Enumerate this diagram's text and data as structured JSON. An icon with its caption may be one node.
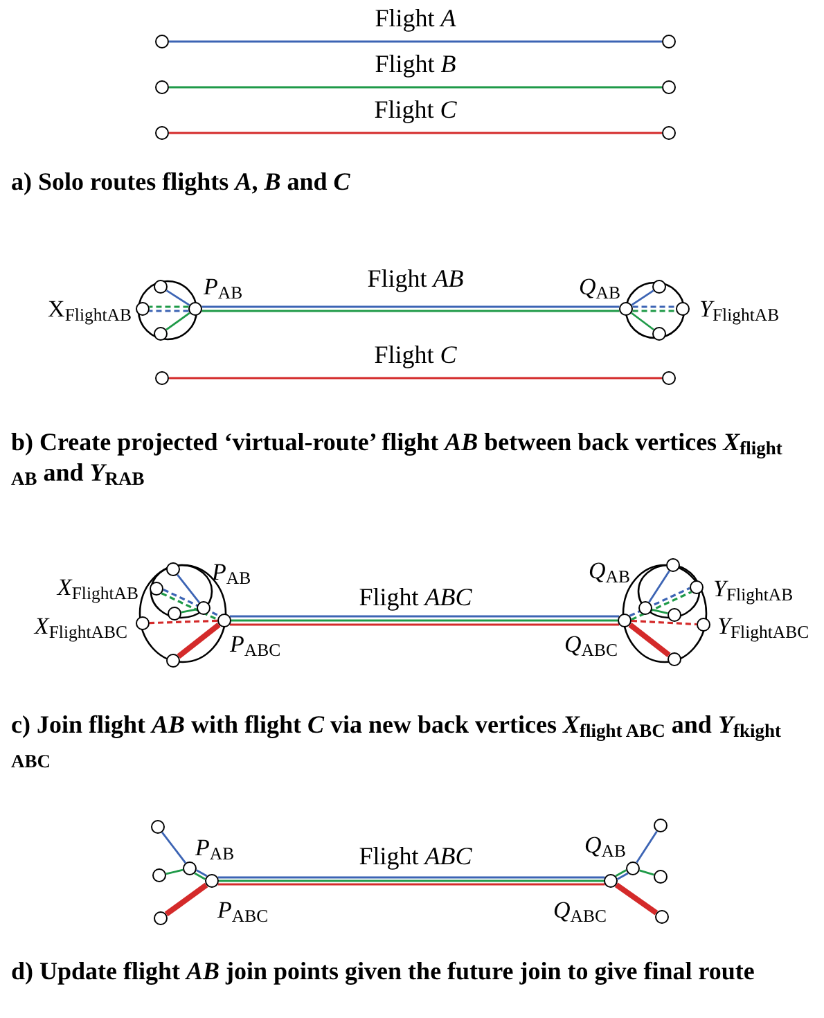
{
  "diagram": {
    "nodes": [
      {
        "text": [],
        "shape": "circle"
      },
      {
        "text": [],
        "shape": "circle"
      },
      {
        "text": [],
        "shape": "circle"
      },
      {
        "text": [],
        "shape": "circle"
      },
      {
        "text": [],
        "shape": "circle"
      },
      {
        "text": [],
        "shape": "circle"
      },
      {
        "text": [],
        "shape": "circle",
        "beside": [
          "X$_{FlightAB}$"
        ]
      },
      {
        "text": [],
        "shape": "circle"
      },
      {
        "text": [],
        "shape": "circle"
      },
      {
        "text": [],
        "shape": "circle",
        "beside": [
          "*P*$_{AB}$"
        ]
      },
      {
        "text": [],
        "shape": "circle",
        "beside": [
          "*Q*$_{AB}$"
        ]
      },
      {
        "text": [],
        "shape": "circle"
      },
      {
        "text": [],
        "shape": "circle"
      },
      {
        "text": [],
        "shape": "circle",
        "beside": [
          "*Y*$_{FlightAB}$"
        ]
      },
      {
        "text": [],
        "shape": "circle"
      },
      {
        "text": [],
        "shape": "circle"
      },
      {
        "text": [],
        "shape": "circle"
      },
      {
        "text": [],
        "shape": "circle",
        "beside": [
          "*X*$_{FlightAB}$"
        ]
      },
      {
        "text": [],
        "shape": "circle",
        "beside": [
          "*P*$_{AB}$"
        ]
      },
      {
        "text": [],
        "shape": "circle"
      },
      {
        "text": [],
        "shape": "circle",
        "beside": [
          "*X*$_{FlightABC}$"
        ]
      },
      {
        "text": [],
        "shape": "circle",
        "beside": [
          "*P*$_{ABC}$"
        ]
      },
      {
        "text": [],
        "shape": "circle"
      },
      {
        "text": [],
        "shape": "circle",
        "beside": [
          "*Q*$_{AB}$"
        ]
      },
      {
        "text": [],
        "shape": "circle"
      },
      {
        "text": [],
        "shape": "circle",
        "beside": [
          "*Y*$_{FlightAB}$"
        ]
      },
      {
        "text": [],
        "shape": "circle"
      },
      {
        "text": [],
        "shape": "circle",
        "beside": [
          "*Q*$_{ABC}$"
        ]
      },
      {
        "text": [],
        "shape": "circle",
        "beside": [
          "*Y*$_{FlightABC}$"
        ]
      },
      {
        "text": [],
        "shape": "circle"
      },
      {
        "text": [],
        "shape": "circle"
      },
      {
        "text": [],
        "shape": "circle",
        "beside": [
          "*P*$_{AB}$"
        ]
      },
      {
        "text": [],
        "shape": "circle"
      },
      {
        "text": [],
        "shape": "circle",
        "beside": [
          "*P*$_{ABC}$"
        ]
      },
      {
        "text": [],
        "shape": "circle"
      },
      {
        "text": [],
        "shape": "circle",
        "beside": [
          "*Q*$_{AB}$"
        ]
      },
      {
        "text": [],
        "shape": "circle"
      },
      {
        "text": [],
        "shape": "circle",
        "beside": [
          "*Q*$_{ABC}$"
        ]
      },
      {
        "text": [],
        "shape": "circle"
      },
      {
        "text": [],
        "shape": "circle"
      }
    ],
    "edges": [
      {
        "from": 0,
        "to": 1,
        "arrow": "none",
        "label": "Flight *A*",
        "color": "#3c64b4"
      },
      {
        "from": 2,
        "to": 3,
        "arrow": "none",
        "label": "Flight *B*",
        "color": "#1f9a48"
      },
      {
        "from": 4,
        "to": 5,
        "arrow": "none",
        "label": "Flight *C*",
        "color": "#d42a2a"
      },
      {
        "from": 9,
        "to": 7,
        "arrow": "none",
        "color": "#3c64b4"
      },
      {
        "from": 9,
        "to": 8,
        "arrow": "none",
        "color": "#1f9a48"
      },
      {
        "from": 9,
        "to": 6,
        "arrow": "none",
        "style": "dashed",
        "color": "#3c64b4"
      },
      {
        "from": 9,
        "to": 6,
        "arrow": "none",
        "style": "dashed",
        "color": "#1f9a48"
      },
      {
        "from": 9,
        "to": 10,
        "arrow": "none",
        "label": "Flight *AB*",
        "color": "#3c64b4"
      },
      {
        "from": 9,
        "to": 10,
        "arrow": "none",
        "color": "#1f9a48"
      },
      {
        "from": 10,
        "to": 11,
        "arrow": "none",
        "color": "#3c64b4"
      },
      {
        "from": 10,
        "to": 12,
        "arrow": "none",
        "color": "#1f9a48"
      },
      {
        "from": 10,
        "to": 13,
        "arrow": "none",
        "style": "dashed",
        "color": "#3c64b4"
      },
      {
        "from": 10,
        "to": 13,
        "arrow": "none",
        "style": "dashed",
        "color": "#1f9a48"
      },
      {
        "from": 14,
        "to": 15,
        "arrow": "none",
        "label": "Flight *C*",
        "color": "#d42a2a"
      },
      {
        "from": 18,
        "to": 16,
        "arrow": "none",
        "color": "#3c64b4"
      },
      {
        "from": 18,
        "to": 19,
        "arrow": "none",
        "color": "#1f9a48"
      },
      {
        "from": 17,
        "to": 21,
        "arrow": "none",
        "style": "dashed",
        "color": "#3c64b4"
      },
      {
        "from": 17,
        "to": 21,
        "arrow": "none",
        "style": "dashed",
        "color": "#1f9a48"
      },
      {
        "from": 21,
        "to": 20,
        "arrow": "none",
        "style": "dashed",
        "color": "#d42a2a"
      },
      {
        "from": 21,
        "to": 22,
        "arrow": "none",
        "style": "thick",
        "color": "#d42a2a"
      },
      {
        "from": 21,
        "to": 27,
        "arrow": "none",
        "label": "Flight *ABC*",
        "color": "#3c64b4"
      },
      {
        "from": 21,
        "to": 27,
        "arrow": "none",
        "color": "#1f9a48"
      },
      {
        "from": 21,
        "to": 27,
        "arrow": "none",
        "color": "#d42a2a"
      },
      {
        "from": 23,
        "to": 24,
        "arrow": "none",
        "color": "#3c64b4"
      },
      {
        "from": 23,
        "to": 26,
        "arrow": "none",
        "color": "#1f9a48"
      },
      {
        "from": 27,
        "to": 25,
        "arrow": "none",
        "style": "dashed",
        "color": "#3c64b4"
      },
      {
        "from": 27,
        "to": 25,
        "arrow": "none",
        "style": "dashed",
        "color": "#1f9a48"
      },
      {
        "from": 27,
        "to": 28,
        "arrow": "none",
        "style": "dashed",
        "color": "#d42a2a"
      },
      {
        "from": 27,
        "to": 29,
        "arrow": "none",
        "style": "thick",
        "color": "#d42a2a"
      },
      {
        "from": 30,
        "to": 31,
        "arrow": "none",
        "color": "#3c64b4"
      },
      {
        "from": 32,
        "to": 31,
        "arrow": "none",
        "color": "#1f9a48"
      },
      {
        "from": 31,
        "to": 33,
        "arrow": "none",
        "color": "#3c64b4"
      },
      {
        "from": 31,
        "to": 33,
        "arrow": "none",
        "color": "#1f9a48"
      },
      {
        "from": 34,
        "to": 33,
        "arrow": "none",
        "style": "thick",
        "color": "#d42a2a"
      },
      {
        "from": 33,
        "to": 37,
        "arrow": "none",
        "label": "Flight *ABC*",
        "color": "#3c64b4"
      },
      {
        "from": 33,
        "to": 37,
        "arrow": "none",
        "color": "#1f9a48"
      },
      {
        "from": 33,
        "to": 37,
        "arrow": "none",
        "color": "#d42a2a"
      },
      {
        "from": 37,
        "to": 35,
        "arrow": "none",
        "color": "#3c64b4"
      },
      {
        "from": 37,
        "to": 35,
        "arrow": "none",
        "color": "#1f9a48"
      },
      {
        "from": 35,
        "to": 36,
        "arrow": "none",
        "color": "#3c64b4"
      },
      {
        "from": 35,
        "to": 38,
        "arrow": "none",
        "color": "#1f9a48"
      },
      {
        "from": 37,
        "to": 39,
        "arrow": "none",
        "style": "thick",
        "color": "#d42a2a"
      }
    ],
    "labels": [
      "a) Solo routes flights *A*, *B* and *C*",
      "b) Create projected ‘virtual-route’ flight *AB* between back vertices *X*$_{flight AB}$ and *Y*$_{RAB}$",
      "c) Join flight *AB* with flight *C* via new back vertices *X*$_{flight ABC}$ and *Y*$_{fkight ABC}$",
      "d) Update flight *AB* join points given the future join to give final route"
    ]
  }
}
